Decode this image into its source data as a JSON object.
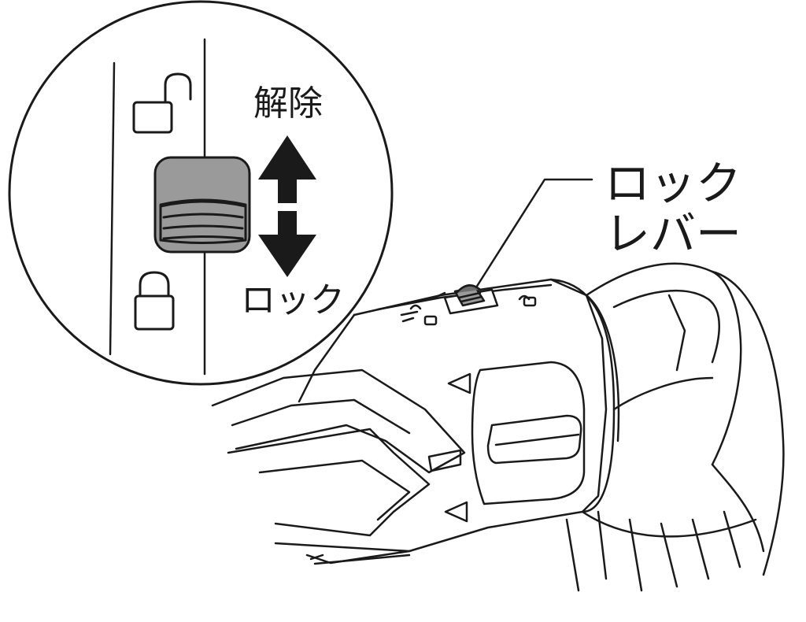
{
  "labels": {
    "unlock": "解除",
    "lock_circle": "ロック",
    "lever_line1": "ロック",
    "lever_line2": "レバー"
  },
  "icons": {
    "unlocked": "unlocked-padlock-icon",
    "locked": "locked-padlock-icon",
    "arrow_up": "arrow-up-icon",
    "arrow_down": "arrow-down-icon"
  },
  "colors": {
    "line": "#1a1a1a",
    "lever_fill": "#9a9a9a",
    "lever_dark": "#6e6e6e"
  }
}
